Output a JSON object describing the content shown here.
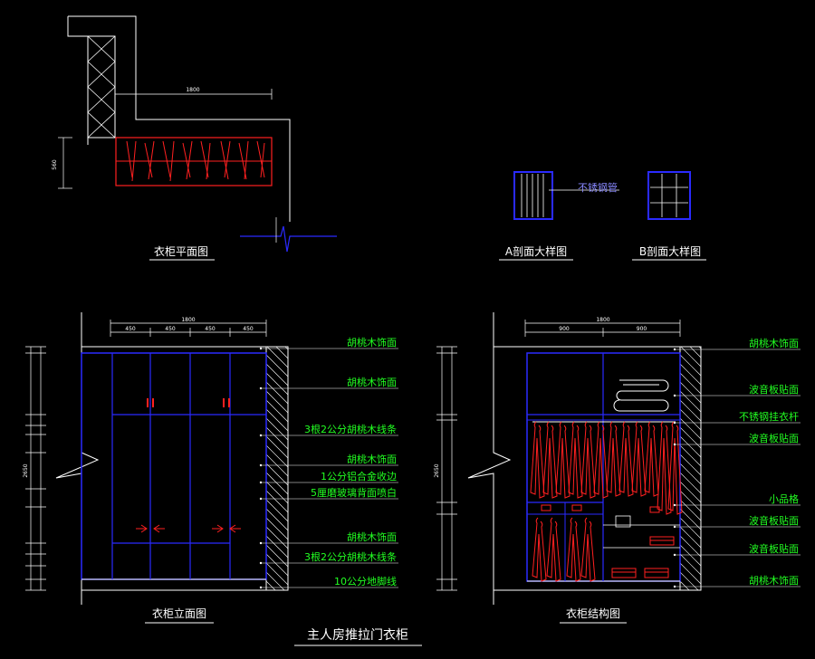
{
  "plan": {
    "title": "衣柜平面图",
    "dim_top": "1800",
    "dim_side": "560"
  },
  "section_a": {
    "title": "A剖面大样图",
    "callout": "不锈钢管"
  },
  "section_b": {
    "title": "B剖面大样图"
  },
  "elevation": {
    "title": "衣柜立面图",
    "dim_total": "1800",
    "dim_segments": [
      "450",
      "450",
      "450",
      "450"
    ],
    "dim_height": "2650",
    "callouts": [
      "胡桃木饰面",
      "胡桃木饰面",
      "3根2公分胡桃木线条",
      "胡桃木饰面",
      "1公分铝合金收边",
      "5厘磨玻璃背面喷白",
      "胡桃木饰面",
      "3根2公分胡桃木线条",
      "10公分地脚线"
    ]
  },
  "structure": {
    "title": "衣柜结构图",
    "dim_total": "1800",
    "dim_segments": [
      "900",
      "900"
    ],
    "dim_height": "2650",
    "callouts": [
      "胡桃木饰面",
      "波音板贴面",
      "不锈钢挂衣杆",
      "波音板贴面",
      "小品格",
      "波音板贴面",
      "波音板贴面",
      "胡桃木饰面"
    ]
  },
  "drawing_title": "主人房推拉门衣柜",
  "colors": {
    "background": "#000000",
    "wall": "#ffffff",
    "cabinet": "#2a2aff",
    "garment": "#ff2020",
    "callout_text": "#22ff22",
    "section_text": "#8888ff",
    "leader": "#ffffff"
  }
}
